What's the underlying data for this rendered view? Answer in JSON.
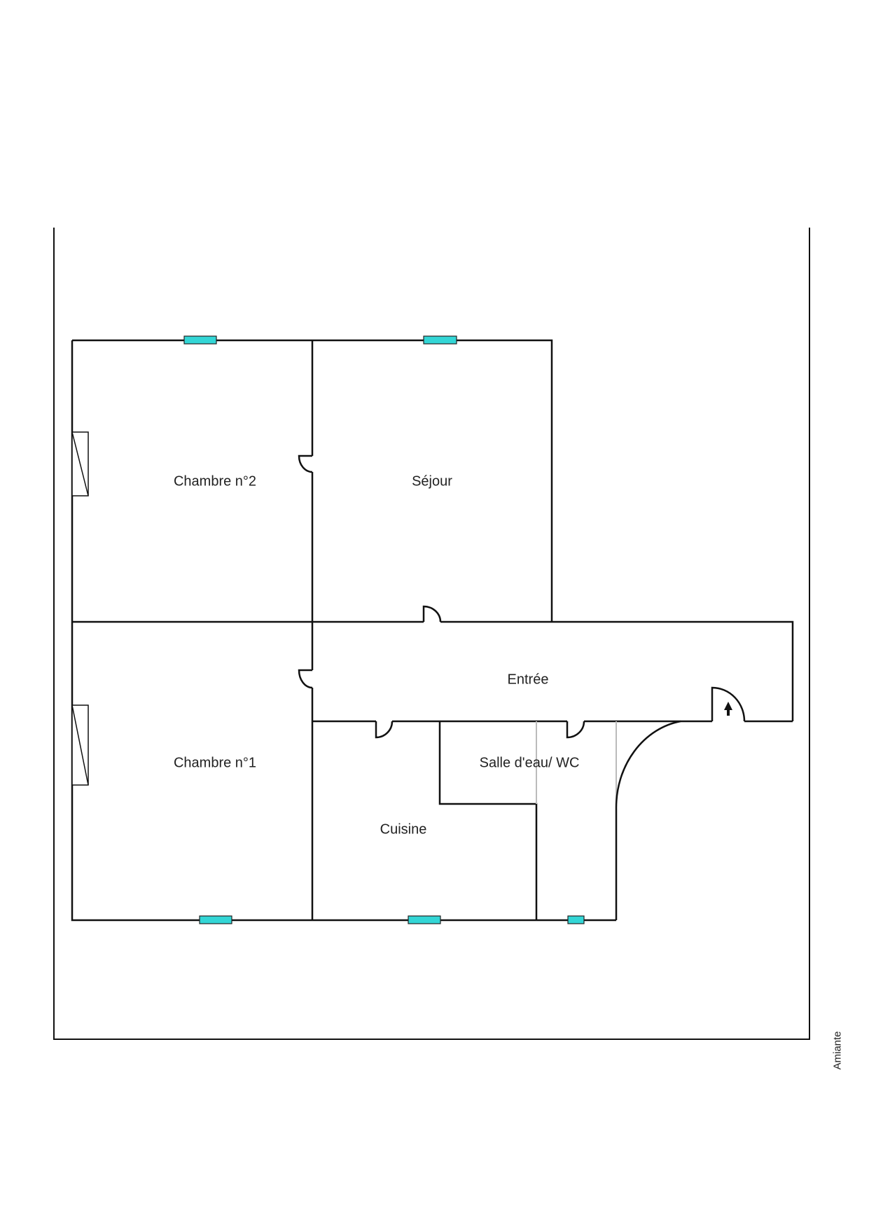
{
  "rooms": {
    "chambre2": "Chambre n°2",
    "sejour": "Séjour",
    "entree": "Entrée",
    "chambre1": "Chambre n°1",
    "salle_eau_wc": "Salle d'eau/ WC",
    "cuisine": "Cuisine"
  },
  "side_label": "Amiante",
  "colors": {
    "window": "#33d6d6",
    "wall": "#111111"
  }
}
